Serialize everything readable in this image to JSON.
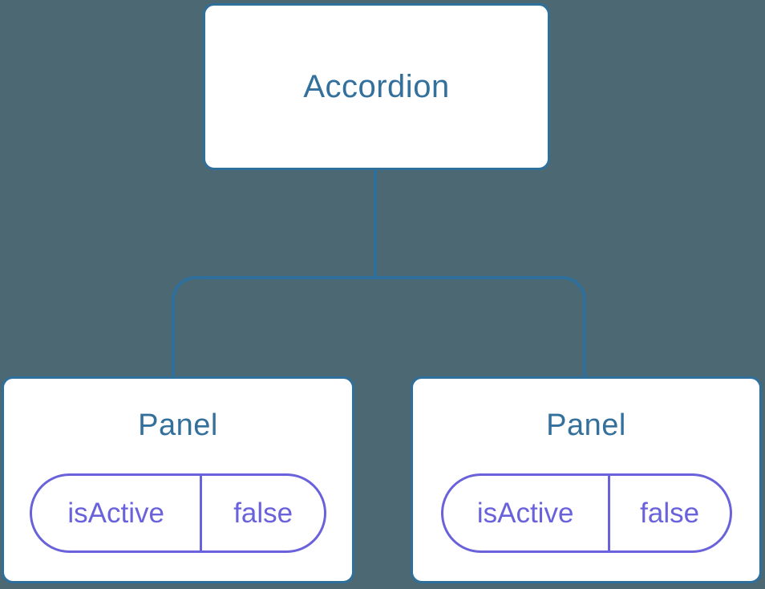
{
  "tree": {
    "root": {
      "label": "Accordion"
    },
    "children": [
      {
        "label": "Panel",
        "state": {
          "key": "isActive",
          "value": "false"
        }
      },
      {
        "label": "Panel",
        "state": {
          "key": "isActive",
          "value": "false"
        }
      }
    ]
  },
  "colors": {
    "background": "#4C6873",
    "node_fill": "#FFFFFF",
    "node_border": "#2E6F9C",
    "node_text": "#34709C",
    "connector": "#2E6F9C",
    "state_accent": "#6A62DB"
  }
}
